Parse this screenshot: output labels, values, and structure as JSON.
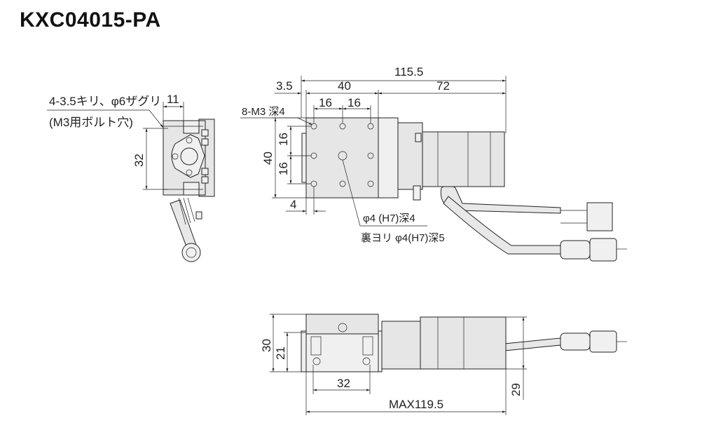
{
  "title": "KXC04015-PA",
  "side_view": {
    "hole_note": "4-3.5キリ、φ6ザグリ",
    "hole_note_sub": "(M3用ボルト穴)",
    "dim_width": "11",
    "dim_pitch": "32"
  },
  "top_view": {
    "dim_total": "115.5",
    "dim_offset": "3.5",
    "dim_table": "40",
    "dim_motor": "72",
    "dim_pitch_x1": "16",
    "dim_pitch_x2": "16",
    "tap_note": "8-M3 深4",
    "dim_table_h": "40",
    "dim_pitch_y1": "16",
    "dim_pitch_y2": "16",
    "dim_edge": "4",
    "pin_note_1": "φ4 (H7)深4",
    "pin_note_2": "裏ヨリ φ4(H7)深5"
  },
  "front_view": {
    "dim_height": "30",
    "dim_base_height": "21",
    "dim_pitch": "32",
    "dim_max_length": "MAX119.5",
    "dim_motor_height": "29"
  }
}
